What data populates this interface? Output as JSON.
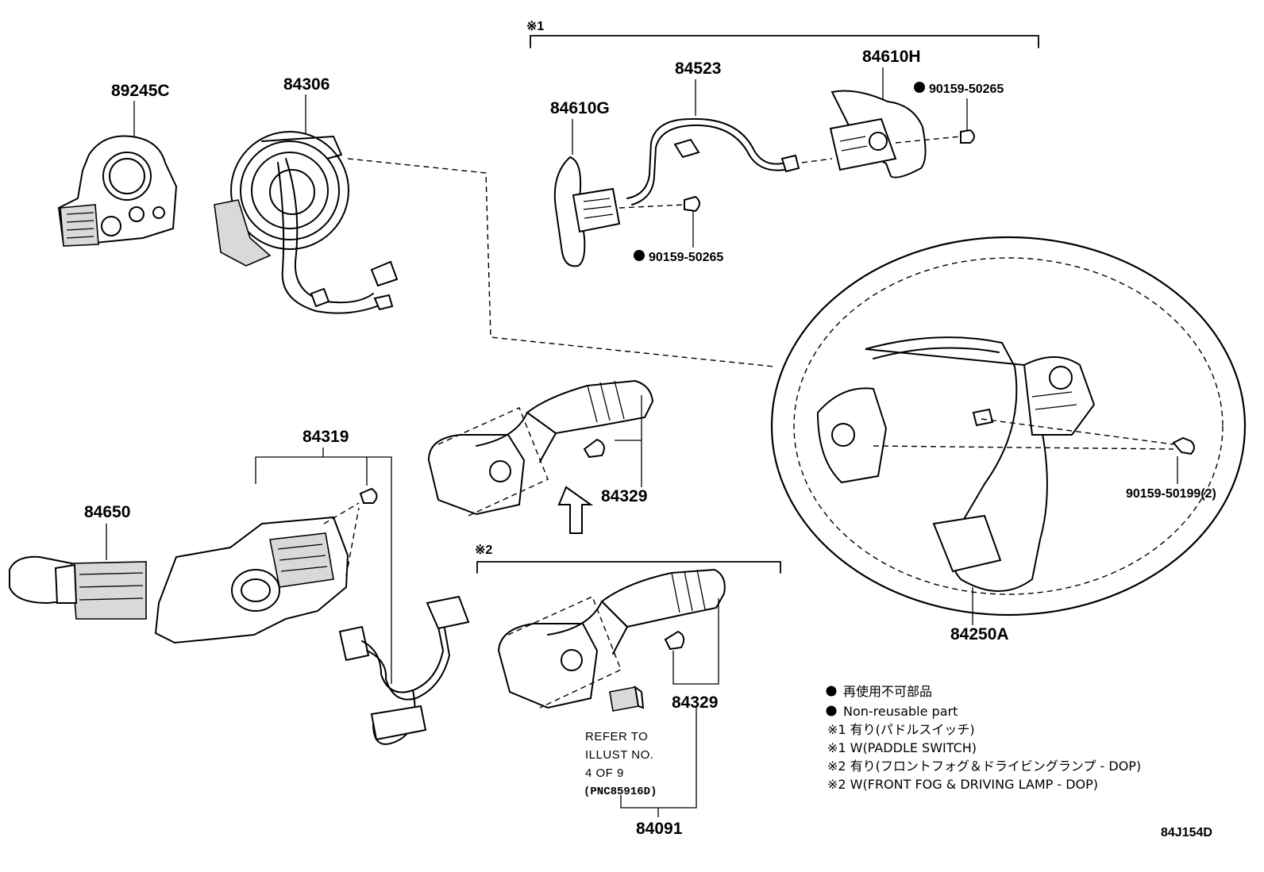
{
  "groups": {
    "group1_marker": "※1",
    "group2_marker": "※2"
  },
  "parts": {
    "p89245C": "89245C",
    "p84306": "84306",
    "p84610G": "84610G",
    "p84523": "84523",
    "p84610H": "84610H",
    "p90159_50265_a": "90159-50265",
    "p90159_50265_b": "90159-50265",
    "p84319": "84319",
    "p84650": "84650",
    "p84329_a": "84329",
    "p84329_b": "84329",
    "p90159_50199": "90159-50199(2)",
    "p84250A": "84250A",
    "p84091": "84091"
  },
  "reference": {
    "line1": "REFER TO",
    "line2": "ILLUST NO.",
    "line3": "4 OF 9",
    "line4": "(PNC85916D)"
  },
  "legend": {
    "bullet_jp": "再使用不可部品",
    "bullet_en": "Non-reusable part",
    "note1_jp": "※1 有り(パドルスイッチ)",
    "note1_en": "※1 W(PADDLE SWITCH)",
    "note2_jp": "※2 有り(フロントフォグ＆ドライビングランプ - DOP)",
    "note2_en": "※2 W(FRONT FOG & DRIVING LAMP - DOP)"
  },
  "illustration_code": "84J154D"
}
